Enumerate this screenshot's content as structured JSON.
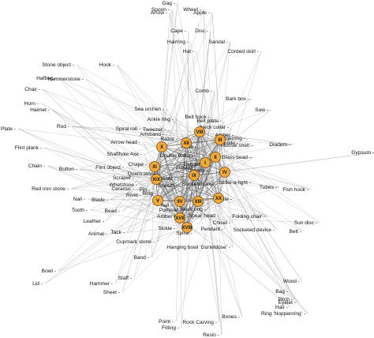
{
  "colors": {
    "node_fill": "#f0a93b",
    "node_stroke": "#7a4a10",
    "edge": "#9a9a9a",
    "text": "#111111",
    "background": "#ffffff"
  },
  "labels": [
    "Gag -",
    "Spoon -",
    "Wheel -",
    "Arrow -",
    "Apple -",
    "Cape -",
    "Disc -",
    "Hairring -",
    "Sandal -",
    "Hat -",
    "Corded skirt -",
    "Stone object -",
    "Hook -",
    "Hafting -",
    "Hammerstone -",
    "Chair -",
    "Comb -",
    "Bark box -",
    "Horn -",
    "Haimet -",
    "Sea urchen -",
    "Saw -",
    "Ankle ring -",
    "Belt hook -",
    "Belt plate -",
    "Neck collar -",
    "Amber -",
    "Plate -",
    "Rod -",
    "Spiral roll -",
    "Tweezer -",
    "Armband -",
    "Razor -",
    "Fingerring -",
    "Mussel shell -",
    "Textile -",
    "Arrow head -",
    "Knife -",
    "Diadem -",
    "Gypsum -",
    "Flint plank -",
    "Shafthole Axe -",
    "Double button -",
    "Glass bead -",
    "Chain -",
    "Button -",
    "Flint object -",
    "Chape -",
    "Fibula -",
    "Dagger -",
    "Sword -",
    "Quern stone -",
    "Scraper -",
    "Vessel -",
    "Red iron stone -",
    "Whetstone -",
    "Socketed axe -",
    "Strike-a-light -",
    "Sheath -",
    "Tubes -",
    "Fish hook -",
    "Ceramic -",
    "Pin -",
    "Pyrite -",
    "Nail -",
    "Blade -",
    "Rivet -",
    "Ring -",
    "Awl -",
    "Pommel -",
    "Tooth -",
    "Bead -",
    "Neck ring -",
    "Amber bead -",
    "Spear head -",
    "Folding chair -",
    "Sun disc -",
    "Leather -",
    "Animal -",
    "Tack -",
    "Sickle -",
    "Spiral -",
    "Chisel -",
    "Pendant -",
    "Socketed device -",
    "Belt -",
    "Cupmark stone -",
    "Hanging bowl 'Gurteldose' -",
    "Band -",
    "Bowl -",
    "Lid -",
    "Staff -",
    "Hammer -",
    "Sheet -",
    "Wood -",
    "Bag -",
    "Pitch -",
    "Eyelet -",
    "Hair -",
    "Ring 'Noppenring' -",
    "Bones -",
    "Rock Carving -",
    "Point -",
    "Fitting -",
    "Resin -"
  ],
  "nodes": [
    "XII",
    "VIII",
    "III",
    "X",
    "XI",
    "II",
    "I",
    "IX",
    "XIX",
    "IV",
    "V",
    "IIV",
    "XX",
    "XIII",
    "XVII",
    "XVIII"
  ]
}
